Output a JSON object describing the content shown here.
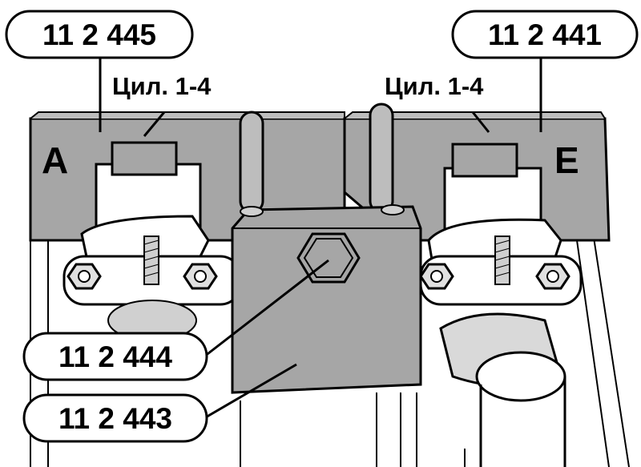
{
  "callouts": {
    "top_left": "11 2 445",
    "top_right": "11 2 441",
    "bottom_mid": "11 2 444",
    "bottom": "11 2 443"
  },
  "labels": {
    "cyl_left": "Цил. 1-4",
    "cyl_right": "Цил. 1-4",
    "letter_a": "A",
    "letter_e": "E"
  },
  "colors": {
    "tool_gray": "#a6a6a6",
    "tool_dark": "#8c8c8c",
    "outline": "#000000",
    "background": "#ffffff"
  }
}
